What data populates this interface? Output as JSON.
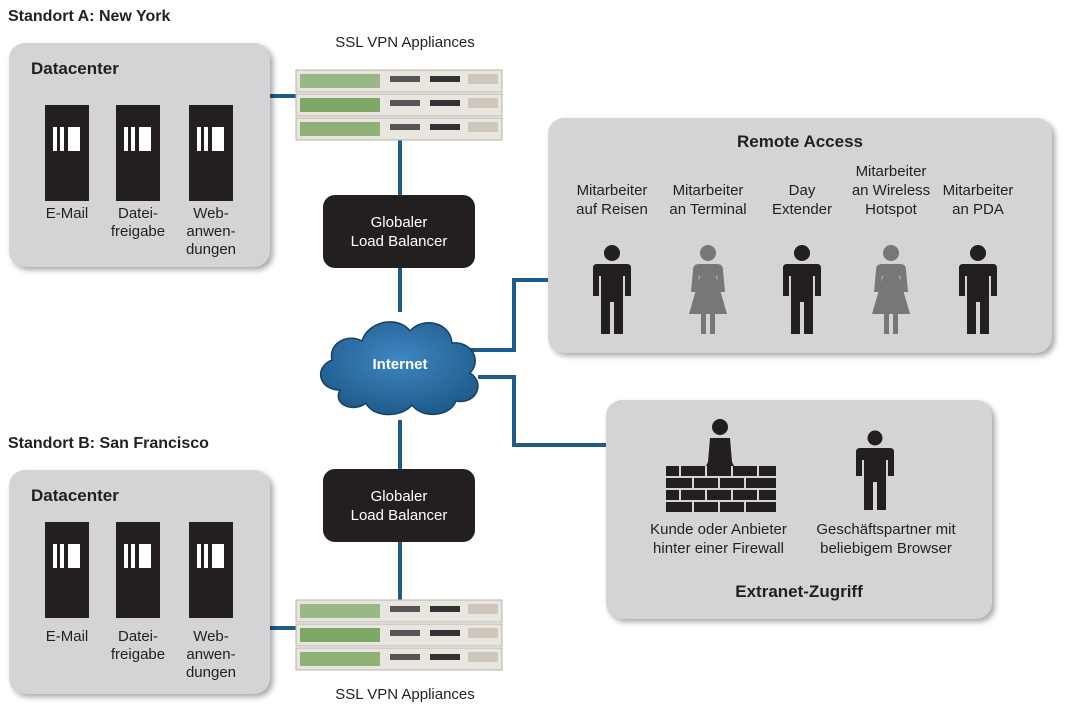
{
  "site_a": {
    "title": "Standort A:  New York",
    "datacenter_title": "Datacenter",
    "servers": [
      {
        "label": "E-Mail"
      },
      {
        "label": "Datei-\nfreigabe"
      },
      {
        "label": "Web-\nanwen-\ndungen"
      }
    ],
    "appliances_label": "SSL VPN Appliances",
    "load_balancer": "Globaler\nLoad Balancer"
  },
  "site_b": {
    "title": "Standort B:  San Francisco",
    "datacenter_title": "Datacenter",
    "servers": [
      {
        "label": "E-Mail"
      },
      {
        "label": "Datei-\nfreigabe"
      },
      {
        "label": "Web-\nanwen-\ndungen"
      }
    ],
    "appliances_label": "SSL VPN Appliances",
    "load_balancer": "Globaler\nLoad Balancer"
  },
  "internet": {
    "label": "Internet"
  },
  "remote_access": {
    "title": "Remote Access",
    "users": [
      {
        "label": "Mitarbeiter\nauf Reisen",
        "color": "#231f20",
        "figure": "male"
      },
      {
        "label": "Mitarbeiter\nan Terminal",
        "color": "#777777",
        "figure": "female"
      },
      {
        "label": "Day\nExtender",
        "color": "#231f20",
        "figure": "male"
      },
      {
        "label": "Mitarbeiter\nan Wireless\nHotspot",
        "color": "#777777",
        "figure": "female"
      },
      {
        "label": "Mitarbeiter\nan PDA",
        "color": "#231f20",
        "figure": "male"
      }
    ]
  },
  "extranet": {
    "title": "Extranet-Zugriff",
    "users": [
      {
        "label": "Kunde oder Anbieter\nhinter einer Firewall",
        "figure": "female-firewall"
      },
      {
        "label": "Geschäftspartner mit\nbeliebigem Browser",
        "figure": "male"
      }
    ]
  },
  "colors": {
    "link": "#1f5c8c",
    "panel": "#d4d4d6",
    "dark": "#231f20",
    "cloud": "#1f5c8c"
  }
}
